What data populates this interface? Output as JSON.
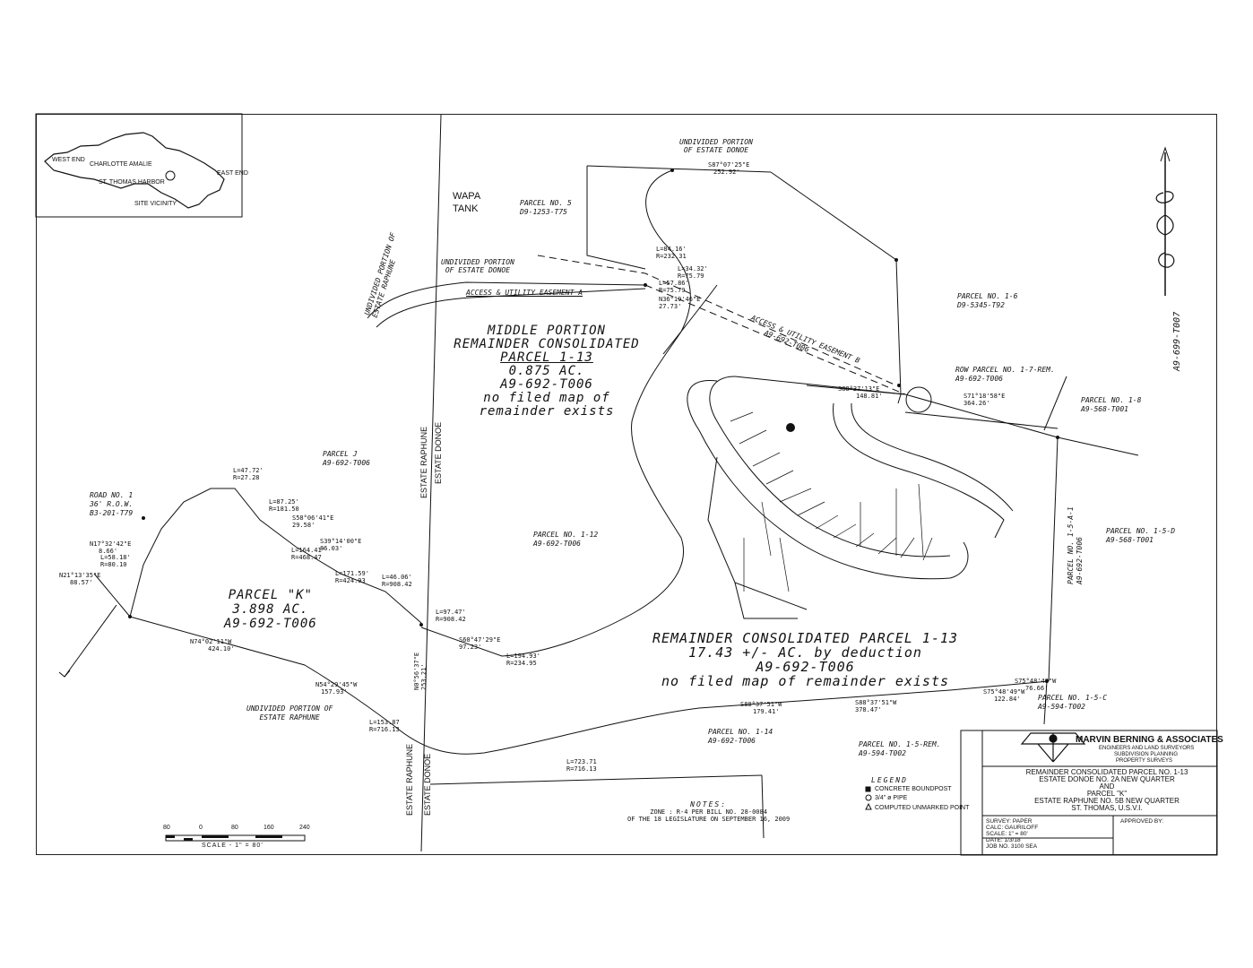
{
  "inset": {
    "labels": [
      "WEST END",
      "CHARLOTTE AMALIE",
      "ST. THOMAS HARBOR",
      "EAST END",
      "SITE VICINITY"
    ]
  },
  "labels": {
    "wapa_tank": [
      "WAPA",
      "TANK"
    ],
    "parcel5": [
      "PARCEL NO. 5",
      "D9-1253-T75"
    ],
    "undivided_donoe_top": [
      "UNDIVIDED PORTION",
      "OF ESTATE DONOE"
    ],
    "undivided_donoe_left": [
      "UNDIVIDED PORTION",
      "OF ESTATE DONOE"
    ],
    "undivided_raphune_left": [
      "UNDIVIDED PORTION OF",
      "ESTATE RAPHUNE"
    ],
    "easement_a": "ACCESS & UTILITY EASEMENT A",
    "easement_b": [
      "ACCESS & UTILITY EASEMENT B",
      "A9-692-T006"
    ],
    "middle_portion": [
      "MIDDLE PORTION",
      "REMAINDER CONSOLIDATED",
      "PARCEL 1-13",
      "0.875 AC.",
      "A9-692-T006",
      "no filed map of",
      "remainder exists"
    ],
    "parcel_1_6": [
      "PARCEL NO. 1-6",
      "D9-5345-T92"
    ],
    "row_parcel": [
      "ROW PARCEL NO. 1-7-REM.",
      "A9-692-T006"
    ],
    "parcel_1_8": [
      "PARCEL NO. 1-8",
      "A9-568-T001"
    ],
    "parcel_1_5_d": [
      "PARCEL NO. 1-5-D",
      "A9-568-T001"
    ],
    "parcel_1_5_a_1": [
      "PARCEL NO. 1-5-A-1",
      "A9-692-T006"
    ],
    "parcel_1_5_c": [
      "PARCEL NO. 1-5-C",
      "A9-594-T002"
    ],
    "parcel_1_5_rem": [
      "PARCEL NO. 1-5-REM.",
      "A9-594-T002"
    ],
    "parcel_1_14": [
      "PARCEL NO. 1-14",
      "A9-692-T006"
    ],
    "parcel_1_12": [
      "PARCEL NO. 1-12",
      "A9-692-T006"
    ],
    "parcel_j": [
      "PARCEL J",
      "A9-692-T006"
    ],
    "road_1": [
      "ROAD NO. 1",
      "36' R.O.W.",
      "B3-201-T79"
    ],
    "parcel_k": [
      "PARCEL \"K\"",
      "3.898 AC.",
      "A9-692-T006"
    ],
    "remainder_big": [
      "REMAINDER CONSOLIDATED PARCEL 1-13",
      "17.43 +/- AC. by deduction",
      "A9-692-T006",
      "no filed map of remainder exists"
    ],
    "undivided_raphune_bottom": [
      "UNDIVIDED PORTION OF",
      "ESTATE RAPHUNE"
    ],
    "estate_raphune_v": "ESTATE RAPHUNE",
    "estate_donoe_v": "ESTATE DONOE",
    "estate_raphune_v2": "ESTATE RAPHUNE",
    "estate_donoe_v2": "ESTATE DONOE",
    "a9_699_t007": "A9-699-T007"
  },
  "bearings": {
    "b1": [
      "S87°07'25\"E",
      "252.92'"
    ],
    "b2": [
      "L=84.16'",
      "R=232.31"
    ],
    "b3": [
      "L=34.32'",
      "R=75.79"
    ],
    "b4": [
      "L=57.86'",
      "R=75.79"
    ],
    "b5": [
      "N36°19'46\"E",
      "27.73'"
    ],
    "b6": [
      "S88°37'13\"E",
      "148.81'"
    ],
    "b7": [
      "S71°18'58\"E",
      "364.26'"
    ],
    "b8": [
      "L=47.72'",
      "R=27.28"
    ],
    "b9": [
      "L=87.25'",
      "R=181.50"
    ],
    "b10": [
      "S58°06'41\"E",
      "29.58'"
    ],
    "b11": [
      "L=164.41'",
      "R=468.47"
    ],
    "b12": [
      "S39°14'00\"E",
      "86.03'"
    ],
    "b13": [
      "L=171.59'",
      "R=424.93"
    ],
    "b14": [
      "L=46.06'",
      "R=908.42"
    ],
    "b15": [
      "L=97.47'",
      "R=908.42"
    ],
    "b16": [
      "S60°47'29\"E",
      "97.23'"
    ],
    "b17": [
      "L=194.93'",
      "R=234.95"
    ],
    "b18": [
      "N17°32'42\"E",
      "8.66'"
    ],
    "b19": [
      "L=58.18'",
      "R=80.10"
    ],
    "b20": [
      "N21°13'35\"E",
      "88.57'"
    ],
    "b21": [
      "N74°02'11\"W",
      "424.10'"
    ],
    "b22": [
      "N54°29'45\"W",
      "157.93'"
    ],
    "b23": [
      "L=153.87",
      "R=716.13"
    ],
    "b24": [
      "L=723.71",
      "R=716.13"
    ],
    "b25": [
      "S88°37'51\"W",
      "179.41'"
    ],
    "b26": [
      "S88°37'51\"W",
      "378.47'"
    ],
    "b27": [
      "S75°48'49\"W",
      "122.84'"
    ],
    "b28": [
      "S75°48'49\"W",
      "76.66'"
    ],
    "b29": [
      "N0°56'37\"E",
      "253.21'"
    ]
  },
  "scale_bar": {
    "ticks": [
      "80",
      "0",
      "80",
      "160",
      "240"
    ],
    "caption": "SCALE - 1\" = 80'"
  },
  "notes": {
    "title": "NOTES:",
    "lines": [
      "ZONE : R-4 PER BILL NO. 28-0084",
      "OF THE 18 LEGISLATURE ON SEPTEMBER 16, 2009"
    ]
  },
  "legend": {
    "title": "LEGEND",
    "items": [
      "CONCRETE BOUNDPOST",
      "3/4\" ø PIPE",
      "COMPUTED UNMARKED POINT"
    ]
  },
  "title_block": {
    "firm": "MARVIN BERNING & ASSOCIATES",
    "services": [
      "ENGINEERS AND LAND SURVEYORS",
      "SUBDIVISION PLANNING",
      "PROPERTY SURVEYS"
    ],
    "title_lines": [
      "REMAINDER CONSOLIDATED PARCEL NO. 1-13",
      "ESTATE DONOE      NO. 2A NEW QUARTER",
      "AND",
      "PARCEL \"K\"",
      "ESTATE RAPHUNE      NO. 5B NEW QUARTER",
      "ST. THOMAS, U.S.V.I."
    ],
    "fields": [
      {
        "label": "SURVEY:",
        "value": "PAPER"
      },
      {
        "label": "CALC:",
        "value": "GAURILOFF"
      },
      {
        "label": "SCALE:",
        "value": "1\" = 80'"
      },
      {
        "label": "DATE:",
        "value": "1/3/18"
      },
      {
        "label": "JOB NO.",
        "value": "3100 SEA"
      }
    ],
    "approved": "APPROVED BY:"
  }
}
